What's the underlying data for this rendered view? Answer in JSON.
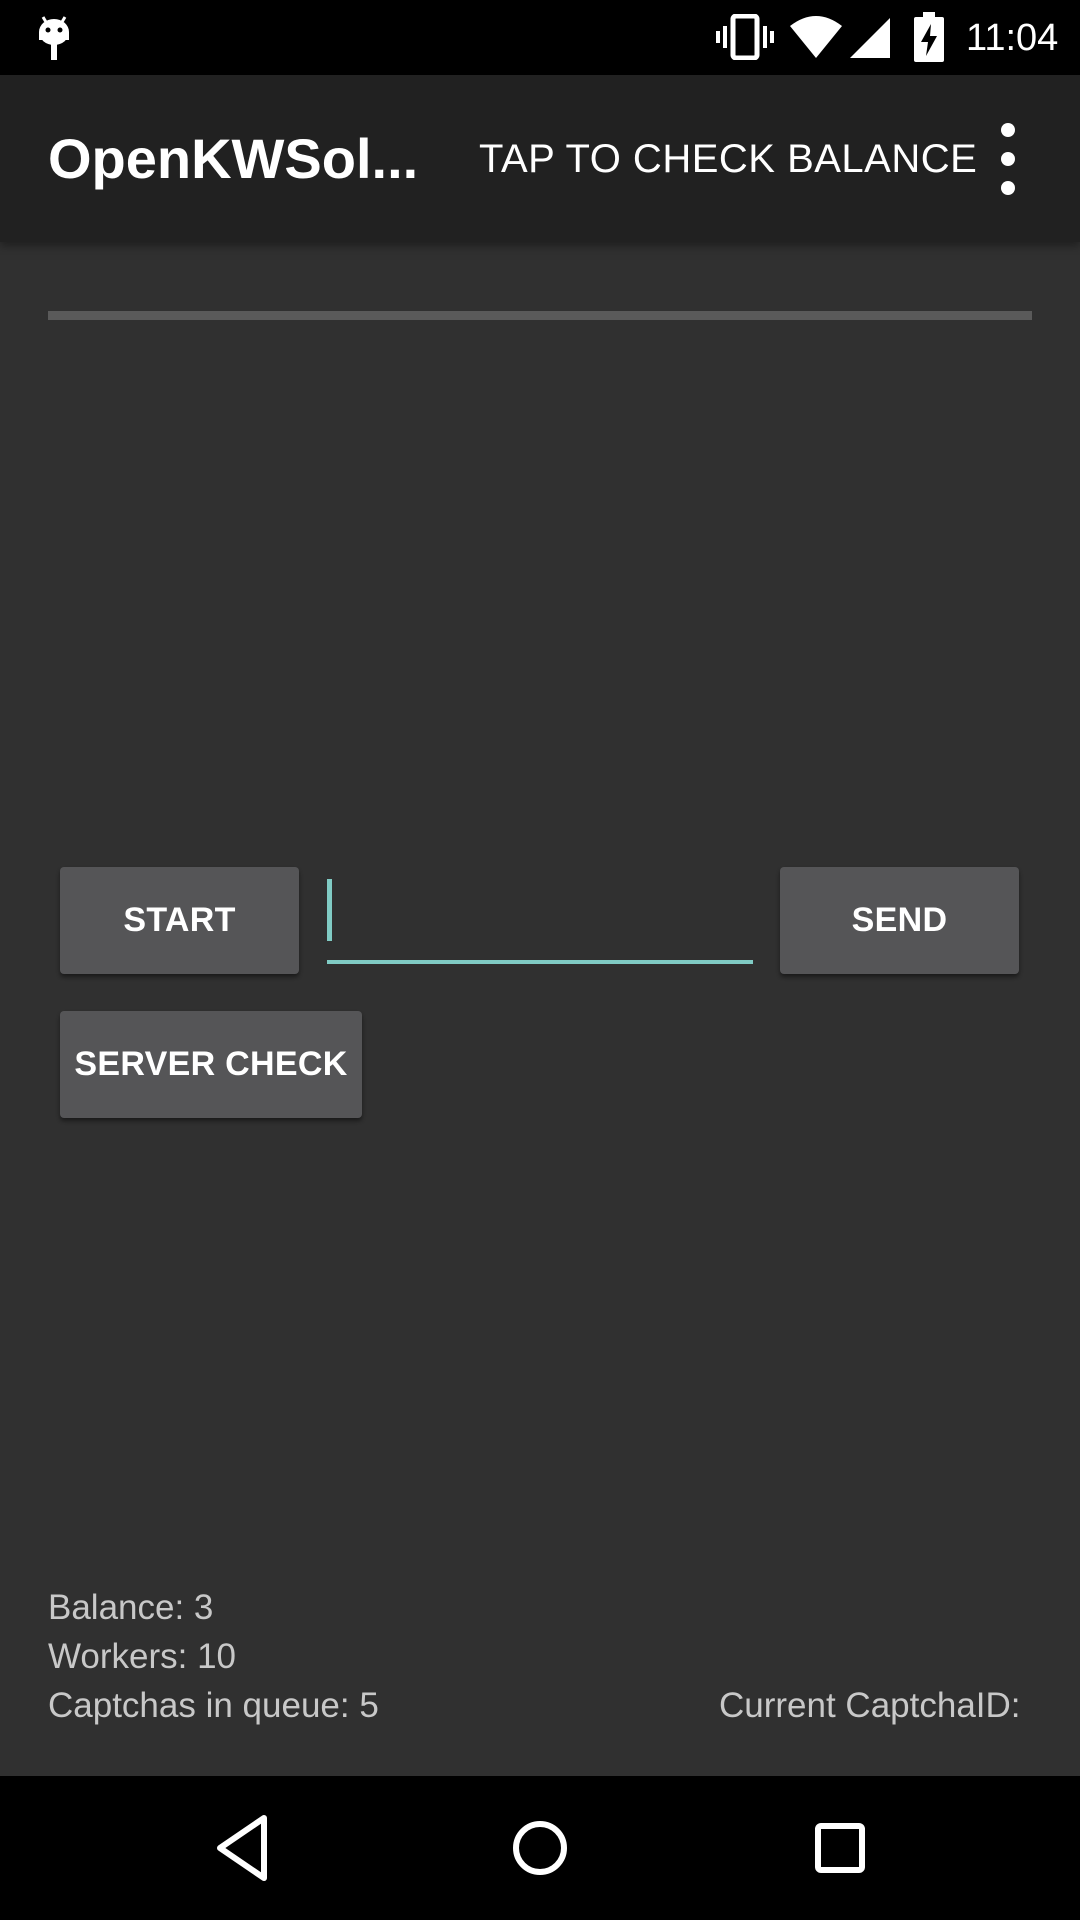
{
  "status_bar": {
    "time": "11:04",
    "icons": [
      "android-debug-icon",
      "vibrate-icon",
      "wifi-icon",
      "signal-icon",
      "battery-charging-icon"
    ]
  },
  "action_bar": {
    "title": "OpenKWSol...",
    "action_label": "TAP TO CHECK BALANCE",
    "overflow_icon": "more-vert-icon"
  },
  "progress": {
    "value": 0
  },
  "controls": {
    "start_label": "START",
    "send_label": "SEND",
    "server_check_label": "SERVER CHECK",
    "captcha_input_value": ""
  },
  "info": {
    "balance": "Balance: 3",
    "workers": "Workers: 10",
    "queue": "Captchas in queue: 5",
    "captcha_id": "Current CaptchaID:"
  },
  "nav_bar": {
    "icons": [
      "back-icon",
      "home-icon",
      "recents-icon"
    ]
  },
  "colors": {
    "accent": "#80cbc4",
    "background": "#303030",
    "action_bar": "#212121",
    "button": "#555557"
  }
}
